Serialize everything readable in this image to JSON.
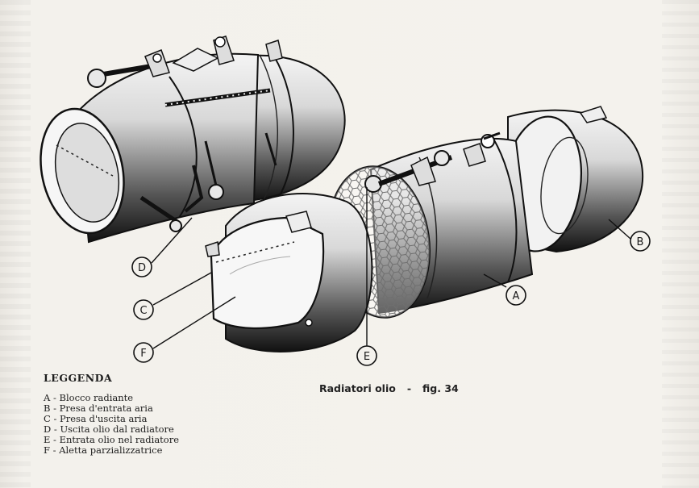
{
  "callouts": {
    "a": "A",
    "b": "B",
    "c": "C",
    "d": "D",
    "e": "E",
    "f": "F"
  },
  "legend": {
    "title": "LEGGENDA",
    "items": [
      {
        "key": "A",
        "text": "Blocco radiante"
      },
      {
        "key": "B",
        "text": "Presa d'entrata aria"
      },
      {
        "key": "C",
        "text": "Presa d'uscita aria"
      },
      {
        "key": "D",
        "text": "Uscita olio dal radiatore"
      },
      {
        "key": "E",
        "text": "Entrata olio nel radiatore"
      },
      {
        "key": "F",
        "text": "Aletta parzializzatrice"
      }
    ]
  },
  "caption": {
    "title": "Radiatori olio",
    "separator": "-",
    "figure": "fig. 34"
  },
  "colors": {
    "paper": "#f1efea",
    "ink": "#1a1a1a"
  }
}
